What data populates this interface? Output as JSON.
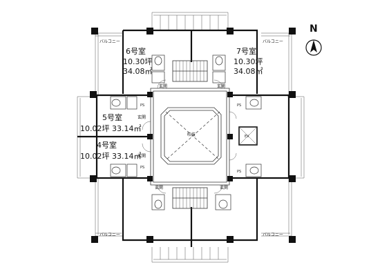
{
  "rooms": [
    {
      "name": "6号室",
      "tsubo": "10.30坪",
      "sqm": "34.08㎡"
    },
    {
      "name": "7号室",
      "tsubo": "10.30坪",
      "sqm": "34.08㎡"
    },
    {
      "name": "5号室",
      "area": "10.02坪 33.14㎡"
    },
    {
      "name": "4号室",
      "area": "10.02坪 33.14㎡"
    }
  ],
  "labels": {
    "balcony": "バルコニー",
    "entrance": "玄関",
    "atrium": "吹抜",
    "elevator": "EV",
    "ps": "PS",
    "north": "N"
  }
}
